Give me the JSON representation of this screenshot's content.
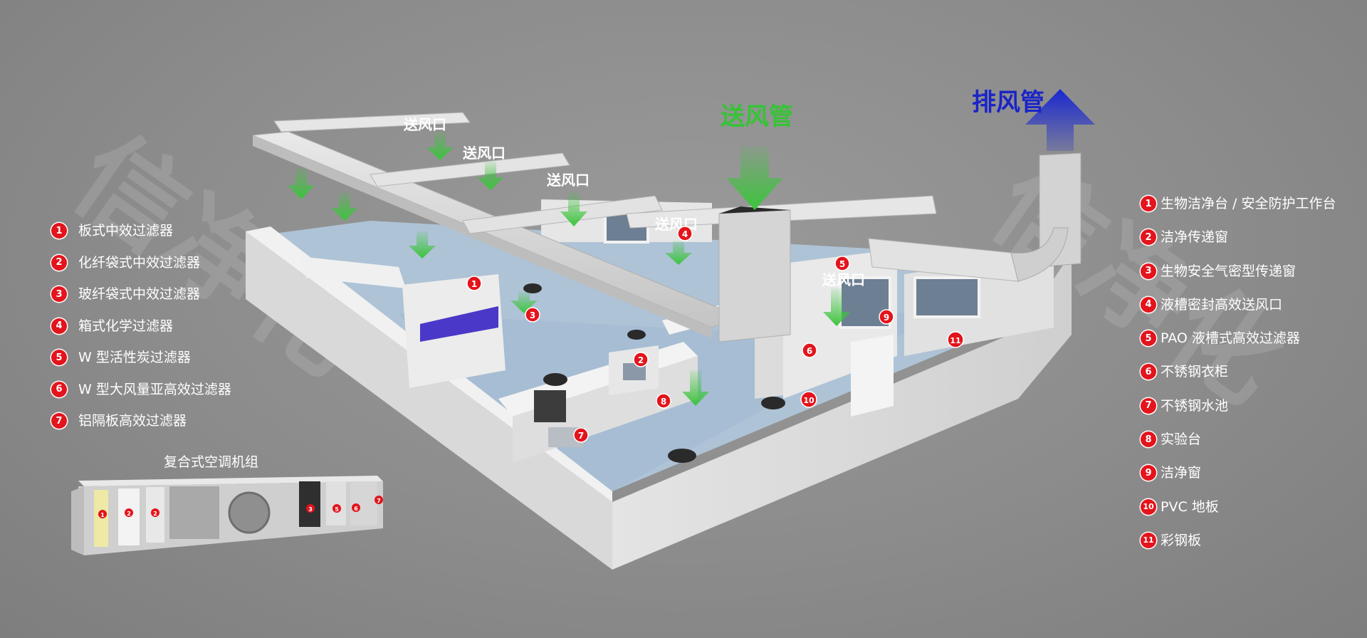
{
  "labels": {
    "supply_duct": "送风管",
    "exhaust_duct": "排风管",
    "supply_outlet": "送风口",
    "hvac_unit": "复合式空调机组"
  },
  "left_legend": [
    {
      "num": "1",
      "text": "板式中效过滤器"
    },
    {
      "num": "2",
      "text": "化纤袋式中效过滤器"
    },
    {
      "num": "3",
      "text": "玻纤袋式中效过滤器"
    },
    {
      "num": "4",
      "text": "箱式化学过滤器"
    },
    {
      "num": "5",
      "text": "W 型活性炭过滤器"
    },
    {
      "num": "6",
      "text": "W 型大风量亚高效过滤器"
    },
    {
      "num": "7",
      "text": "铝隔板高效过滤器"
    }
  ],
  "right_legend": [
    {
      "num": "1",
      "text": "生物洁净台 / 安全防护工作台"
    },
    {
      "num": "2",
      "text": "洁净传递窗"
    },
    {
      "num": "3",
      "text": "生物安全气密型传递窗"
    },
    {
      "num": "4",
      "text": "液槽密封高效送风口"
    },
    {
      "num": "5",
      "text": "PAO 液槽式高效过滤器"
    },
    {
      "num": "6",
      "text": "不锈钢衣柜"
    },
    {
      "num": "7",
      "text": "不锈钢水池"
    },
    {
      "num": "8",
      "text": "实验台"
    },
    {
      "num": "9",
      "text": "洁净窗"
    },
    {
      "num": "10",
      "text": "PVC 地板"
    },
    {
      "num": "11",
      "text": "彩钢板"
    }
  ],
  "markers": {
    "room": [
      "1",
      "2",
      "3",
      "4",
      "5",
      "6",
      "7",
      "8",
      "9",
      "10",
      "11"
    ],
    "hvac": [
      "1",
      "2",
      "2",
      "3",
      "5",
      "6",
      "7"
    ]
  },
  "watermark": {
    "left": "信净化",
    "right": "信净化"
  },
  "colors": {
    "supply_arrow": "#3cc43c",
    "exhaust_arrow": "#1a28d0",
    "badge": "#e3141c",
    "accent_panel": "#4a38c8"
  }
}
